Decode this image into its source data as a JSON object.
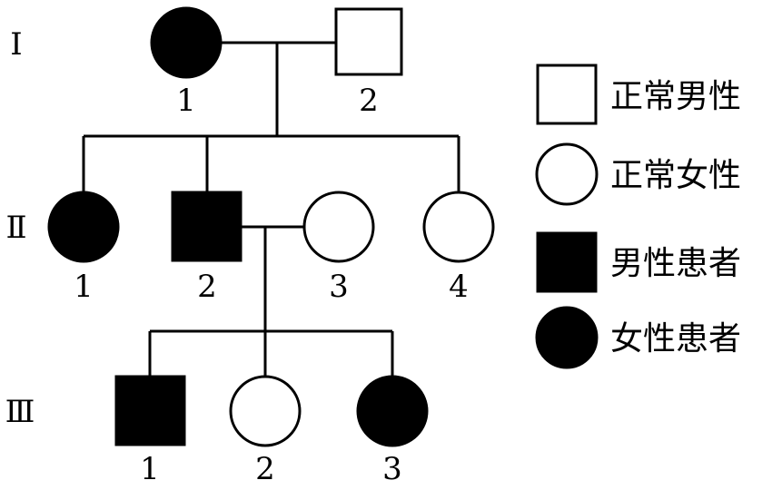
{
  "generations": {
    "g1": "Ⅰ",
    "g2": "Ⅱ",
    "g3": "Ⅲ"
  },
  "individuals": {
    "I1": "1",
    "I2": "2",
    "II1": "1",
    "II2": "2",
    "II3": "3",
    "II4": "4",
    "III1": "1",
    "III2": "2",
    "III3": "3"
  },
  "legend": {
    "normal_male": "正常男性",
    "normal_female": "正常女性",
    "affected_male": "男性患者",
    "affected_female": "女性患者"
  }
}
